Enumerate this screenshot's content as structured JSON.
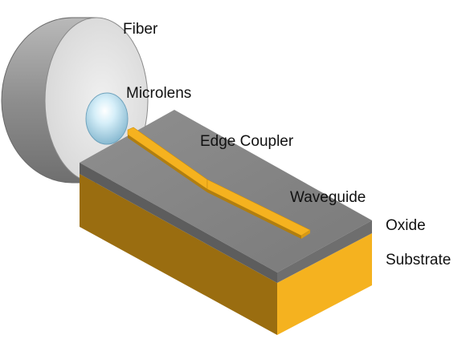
{
  "labels": {
    "fiber": "Fiber",
    "microlens": "Microlens",
    "edge_coupler": "Edge Coupler",
    "waveguide": "Waveguide",
    "oxide": "Oxide",
    "substrate": "Substrate"
  },
  "colors": {
    "substrate_front": "#f5b21f",
    "substrate_side": "#9a6d10",
    "oxide_top": "#8a8a8a",
    "oxide_edge": "#5d5d5d",
    "waveguide": "#f5b21f",
    "fiber_face": "#e6e6e6",
    "fiber_body": "#9c9c9c",
    "microlens": "#bfe4f5"
  }
}
